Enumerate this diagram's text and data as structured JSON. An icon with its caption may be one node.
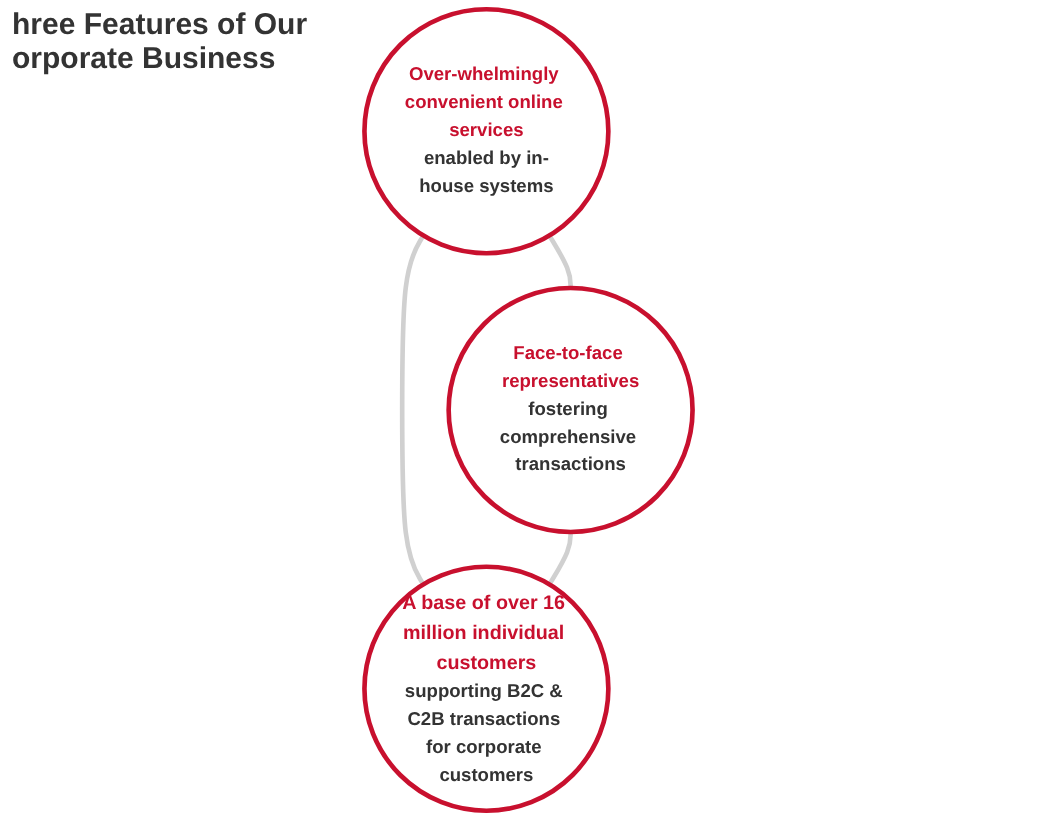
{
  "diagram": {
    "title": "hree Features of Our orporate Business",
    "nodes": [
      {
        "text": [
          "Over-whelmingly convenient online services",
          "enabled by in-house systems"
        ]
      },
      {
        "text": [
          "Face-to-face representatives",
          "fostering comprehensive transactions"
        ]
      },
      {
        "text": [
          "A base of over 16 million individual customers",
          "supporting B2C & C2B transactions for corporate customers"
        ]
      }
    ],
    "edges": [
      {
        "from": 0,
        "to": 1,
        "arrow": "none"
      },
      {
        "from": 0,
        "to": 2,
        "arrow": "none"
      },
      {
        "from": 1,
        "to": 2,
        "arrow": "none"
      }
    ]
  }
}
